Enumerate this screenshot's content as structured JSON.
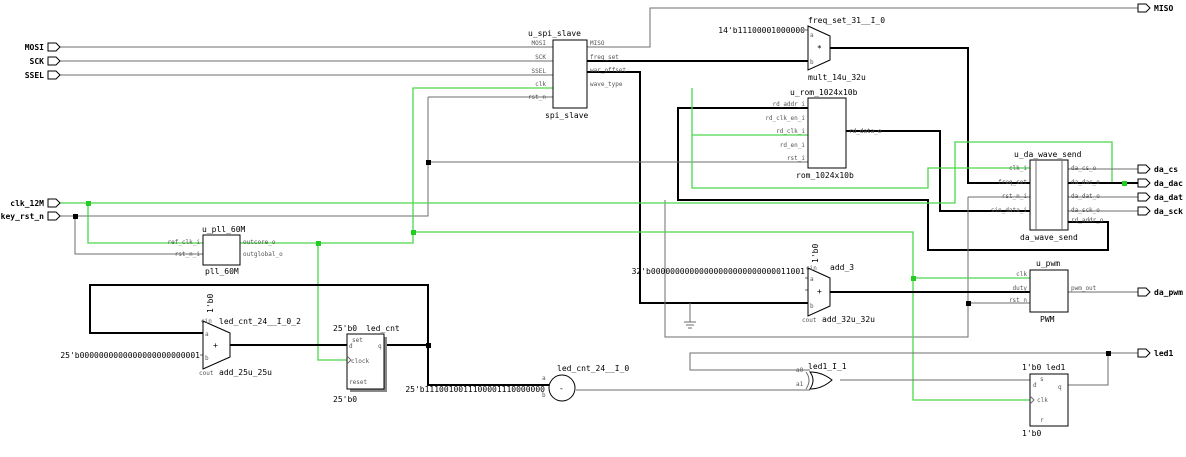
{
  "ports": {
    "mosi": "MOSI",
    "sck": "SCK",
    "ssel": "SSEL",
    "clk": "clk_12M",
    "rst": "key_rst_n",
    "miso": "MISO",
    "da_cs": "da_cs",
    "da_dac": "da_dac",
    "da_dat": "da_dat",
    "da_sck": "da_sck",
    "da_pwm": "da_pwm",
    "led1": "led1"
  },
  "spi": {
    "inst": "u_spi_slave",
    "cell": "spi_slave",
    "pins_in": [
      "MOSI",
      "SCK",
      "SSEL",
      "clk",
      "rst_n"
    ],
    "pins_out": [
      "MISO",
      "freq_set",
      "war_offset",
      "wave_type"
    ]
  },
  "mult": {
    "inst": "freq_set_31__I_0",
    "cell": "mult_14u_32u",
    "sym": "*",
    "const": "14'b11100001000000",
    "pin_a": "a",
    "pin_b": "b"
  },
  "rom": {
    "inst": "u_rom_1024x10b",
    "cell": "rom_1024x10b",
    "pins_in": [
      "rd_addr_i",
      "rd_clk_en_i",
      "rd_clk_i",
      "rd_en_i",
      "rst_i"
    ],
    "pins_out": [
      "rd_data_o"
    ]
  },
  "da": {
    "inst": "u_da_wave_send",
    "cell": "da_wave_send",
    "pins_in": [
      "clk_i",
      "freq_set",
      "rst_n_i",
      "sin_data_i"
    ],
    "pins_out": [
      "da_cs_o",
      "da_dac_o",
      "da_dat_o",
      "da_sck_o",
      "rd_addr_o"
    ]
  },
  "pll": {
    "inst": "u_pll_60M",
    "cell": "pll_60M",
    "pins_in": [
      "ref_clk_i",
      "rst_n_i"
    ],
    "pins_out": [
      "outcore_o",
      "outglobal_o"
    ]
  },
  "pwm": {
    "inst": "u_pwm",
    "cell": "PWM",
    "pins_in": [
      "clk",
      "duty",
      "rst_n"
    ],
    "pins_out": [
      "pwm_out"
    ]
  },
  "add3": {
    "inst": "add_3",
    "cell": "add_32u_32u",
    "sym": "+",
    "cin": "1'b0",
    "const": "32'b00000000000000000000000000011001",
    "pin_a": "a",
    "pin_b": "b",
    "pin_cin": "cin",
    "pin_cout": "cout"
  },
  "add25": {
    "inst": "led_cnt_24__I_0_2",
    "cell": "add_25u_25u",
    "sym": "+",
    "cin": "1'b0",
    "const": "25'b0000000000000000000000001",
    "pin_a": "a",
    "pin_b": "b",
    "pin_cin": "cin",
    "pin_cout": "cout"
  },
  "ledcnt": {
    "inst": "led_cnt",
    "width": "25'b0",
    "init": "25'b0",
    "pins": [
      "set",
      "d",
      "clock",
      "reset",
      "q"
    ]
  },
  "sub": {
    "inst": "led_cnt_24__I_0",
    "sym": "-",
    "const": "25'b1110010011100001110000000",
    "pin_a": "a",
    "pin_b": "b"
  },
  "xor": {
    "inst": "led1_I_1",
    "pin_a": "a0",
    "pin_b": "a1"
  },
  "ff": {
    "inst": "led1",
    "width": "1'b0",
    "init": "1'b0",
    "pins": [
      "s",
      "d",
      "clk",
      "q",
      "r"
    ]
  }
}
